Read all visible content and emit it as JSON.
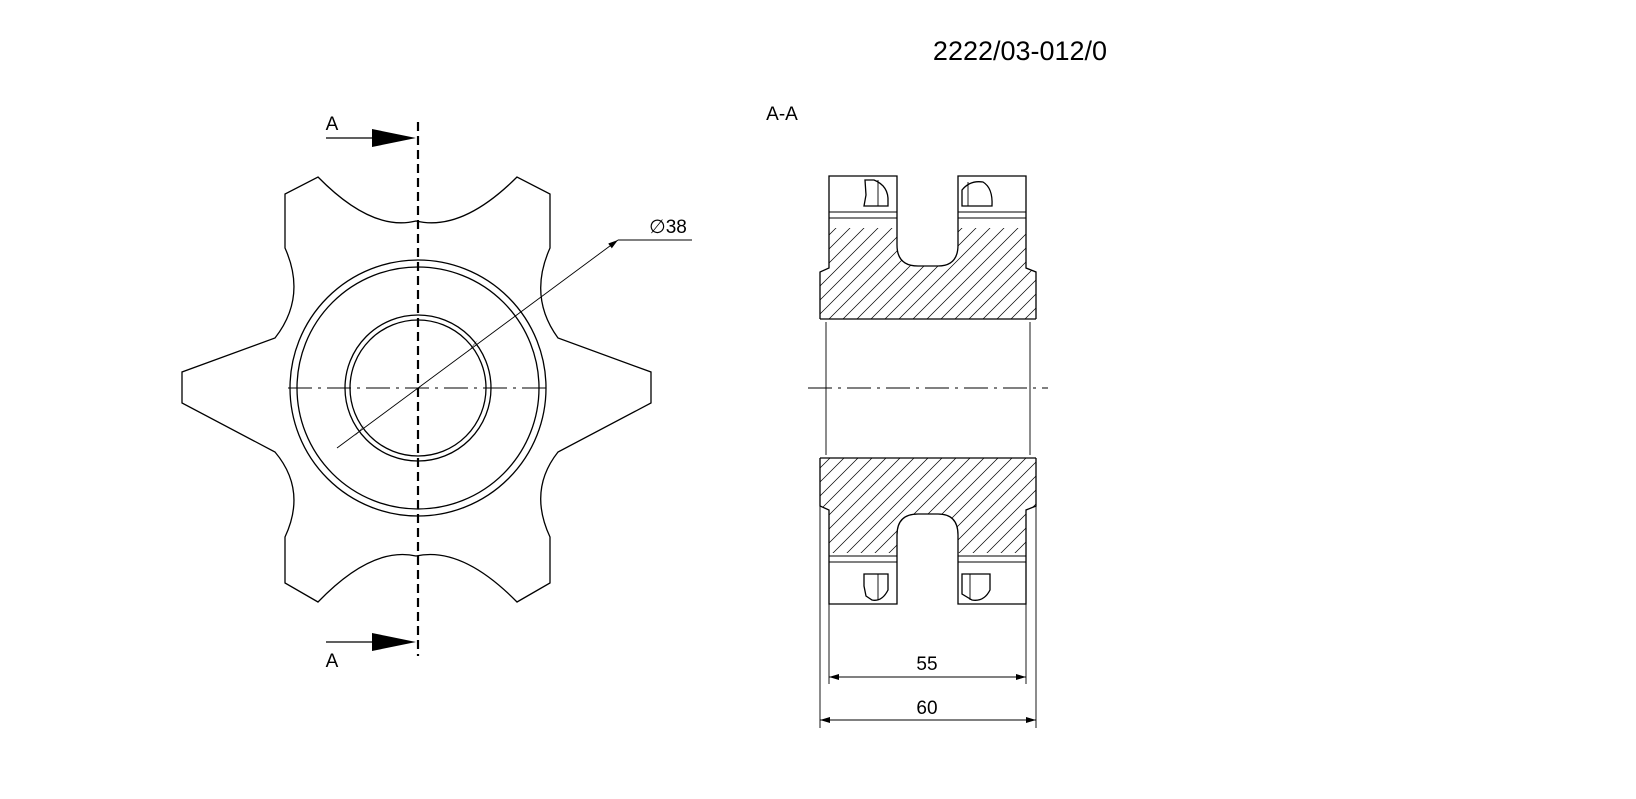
{
  "drawing_number": "2222/03-012/0",
  "section_label": "A-A",
  "cut_marker_top": "A",
  "cut_marker_bottom": "A",
  "bore_diameter_label": "∅38",
  "inner_width_dim": "55",
  "overall_width_dim": "60"
}
